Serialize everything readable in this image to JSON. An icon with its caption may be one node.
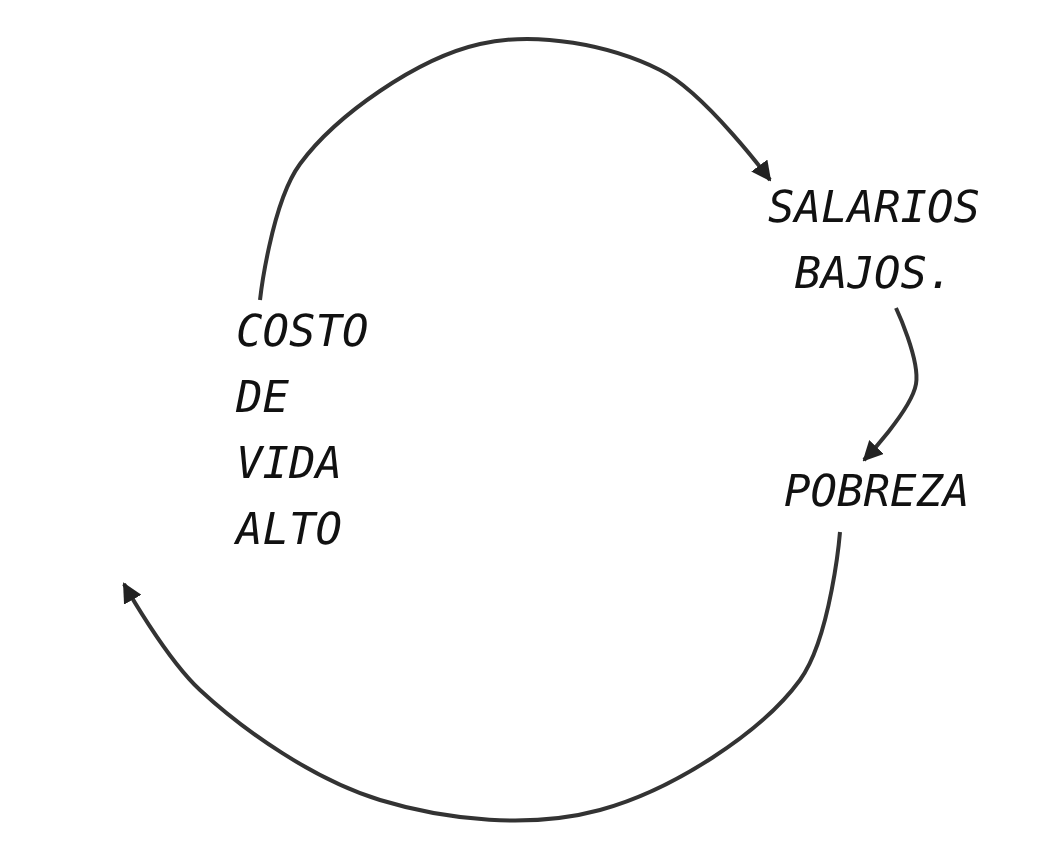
{
  "diagram": {
    "nodes": [
      {
        "text": [
          "COSTO DE VIDA ALTO"
        ]
      },
      {
        "text": [
          "SALARIOS BAJOS."
        ]
      },
      {
        "text": [
          "POBREZA"
        ]
      }
    ],
    "edges": [
      {
        "from": 0,
        "to": 1,
        "arrow": "to"
      },
      {
        "from": 1,
        "to": 2,
        "arrow": "to"
      },
      {
        "from": 2,
        "to": 0,
        "arrow": "to"
      }
    ]
  }
}
